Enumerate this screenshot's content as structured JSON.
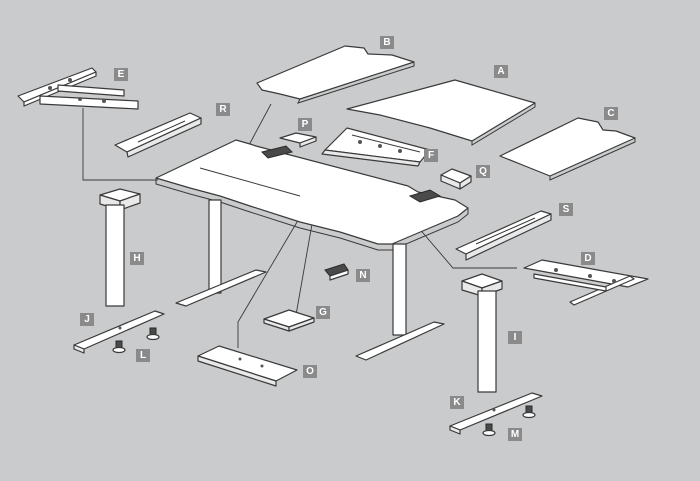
{
  "labels": {
    "A": "A",
    "B": "B",
    "C": "C",
    "D": "D",
    "E": "E",
    "F": "F",
    "G": "G",
    "H": "H",
    "I": "I",
    "J": "J",
    "K": "K",
    "L": "L",
    "M": "M",
    "N": "N",
    "O": "O",
    "P": "P",
    "Q": "Q",
    "R": "R",
    "S": "S"
  },
  "colors": {
    "background": "#c9cbcc",
    "badge": "#8a8a8a",
    "badge_text": "#ffffff",
    "outline": "#3a3a3a",
    "part_fill": "#ffffff"
  }
}
